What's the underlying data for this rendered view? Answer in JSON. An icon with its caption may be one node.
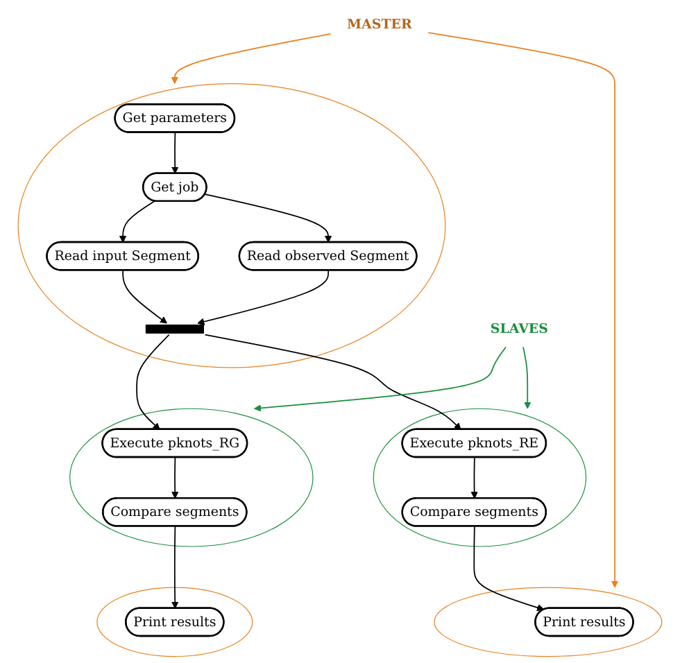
{
  "diagram": {
    "nodes": [
      {
        "text": [],
        "shape": "circle"
      },
      {
        "text": [
          "Get parameters"
        ],
        "in": 0
      },
      {
        "text": [
          "Get job"
        ],
        "in": 0
      },
      {
        "text": [
          "Read input Segment"
        ],
        "in": 0
      },
      {
        "text": [
          "Read observed Segment"
        ],
        "in": 0
      },
      {
        "text": [],
        "shape": "bar",
        "in": 0
      },
      {
        "text": [],
        "shape": "circle"
      },
      {
        "text": [
          "Execute pknots_RG"
        ],
        "in": 6
      },
      {
        "text": [
          "Compare segments"
        ],
        "in": 6
      },
      {
        "text": [],
        "shape": "circle"
      },
      {
        "text": [
          "Execute pknots_RE"
        ],
        "in": 9
      },
      {
        "text": [
          "Compare segments"
        ],
        "in": 9
      },
      {
        "text": [],
        "shape": "circle"
      },
      {
        "text": [
          "Print results"
        ],
        "in": 12
      },
      {
        "text": [],
        "shape": "circle"
      },
      {
        "text": [
          "Print results"
        ],
        "in": 14
      },
      {
        "text": [
          "MASTER"
        ]
      },
      {
        "text": [
          "SLAVES"
        ]
      }
    ],
    "edges": [
      {
        "from": 1,
        "to": 2,
        "arrow": "to"
      },
      {
        "from": 2,
        "to": 3,
        "arrow": "to"
      },
      {
        "from": 2,
        "to": 4,
        "arrow": "to"
      },
      {
        "from": 3,
        "to": 5,
        "arrow": "to"
      },
      {
        "from": 4,
        "to": 5,
        "arrow": "to"
      },
      {
        "from": 5,
        "to": 7,
        "arrow": "to"
      },
      {
        "from": 5,
        "to": 10,
        "arrow": "to"
      },
      {
        "from": 7,
        "to": 8,
        "arrow": "to"
      },
      {
        "from": 10,
        "to": 11,
        "arrow": "to"
      },
      {
        "from": 8,
        "to": 13,
        "arrow": "to"
      },
      {
        "from": 11,
        "to": 15,
        "arrow": "to"
      },
      {
        "from": 16,
        "to": 0,
        "arrow": "to",
        "color": "#e8801e"
      },
      {
        "from": 16,
        "to": 14,
        "arrow": "to",
        "color": "#e8801e"
      },
      {
        "from": 17,
        "to": 6,
        "arrow": "to",
        "color": "#1a8f3a"
      },
      {
        "from": 17,
        "to": 9,
        "arrow": "to",
        "color": "#1a8f3a"
      }
    ]
  }
}
